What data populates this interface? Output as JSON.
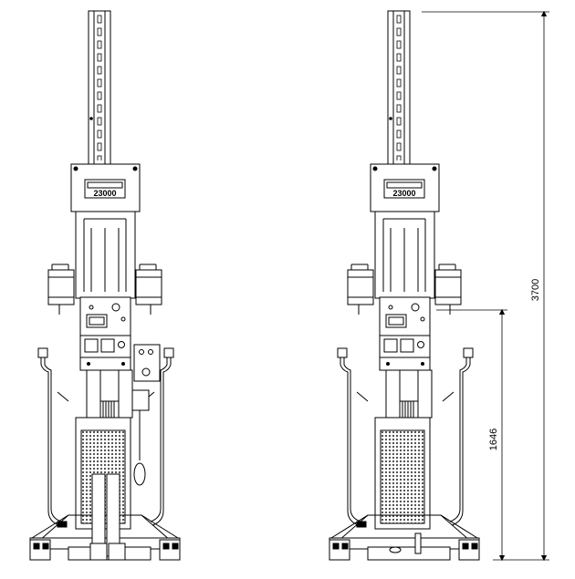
{
  "drawing": {
    "left_view": {
      "model_badge": "23000"
    },
    "right_view": {
      "model_badge": "23000"
    },
    "dimensions": {
      "overall_height": "3700",
      "upper_height": "1646"
    }
  },
  "colors": {
    "line": "#000000",
    "background": "#ffffff",
    "hatch": "#555555"
  }
}
